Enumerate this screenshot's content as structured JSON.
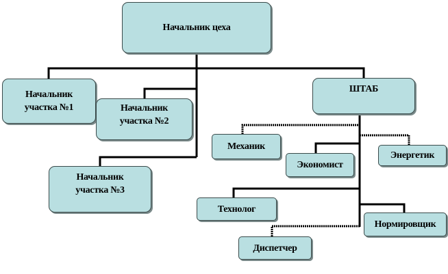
{
  "diagram": {
    "root": "Начальник цеха",
    "section1": "Начальник участка №1",
    "section2": "Начальник участка №2",
    "section3": "Начальник участка №3",
    "staff": "ШТАБ",
    "mechanic": "Механик",
    "economist": "Экономист",
    "energetic": "Энергетик",
    "technologist": "Технолог",
    "normer": "Нормировщик",
    "dispatcher": "Диспетчер"
  },
  "colors": {
    "box_fill": "#b9dfe1",
    "line": "#000000"
  }
}
